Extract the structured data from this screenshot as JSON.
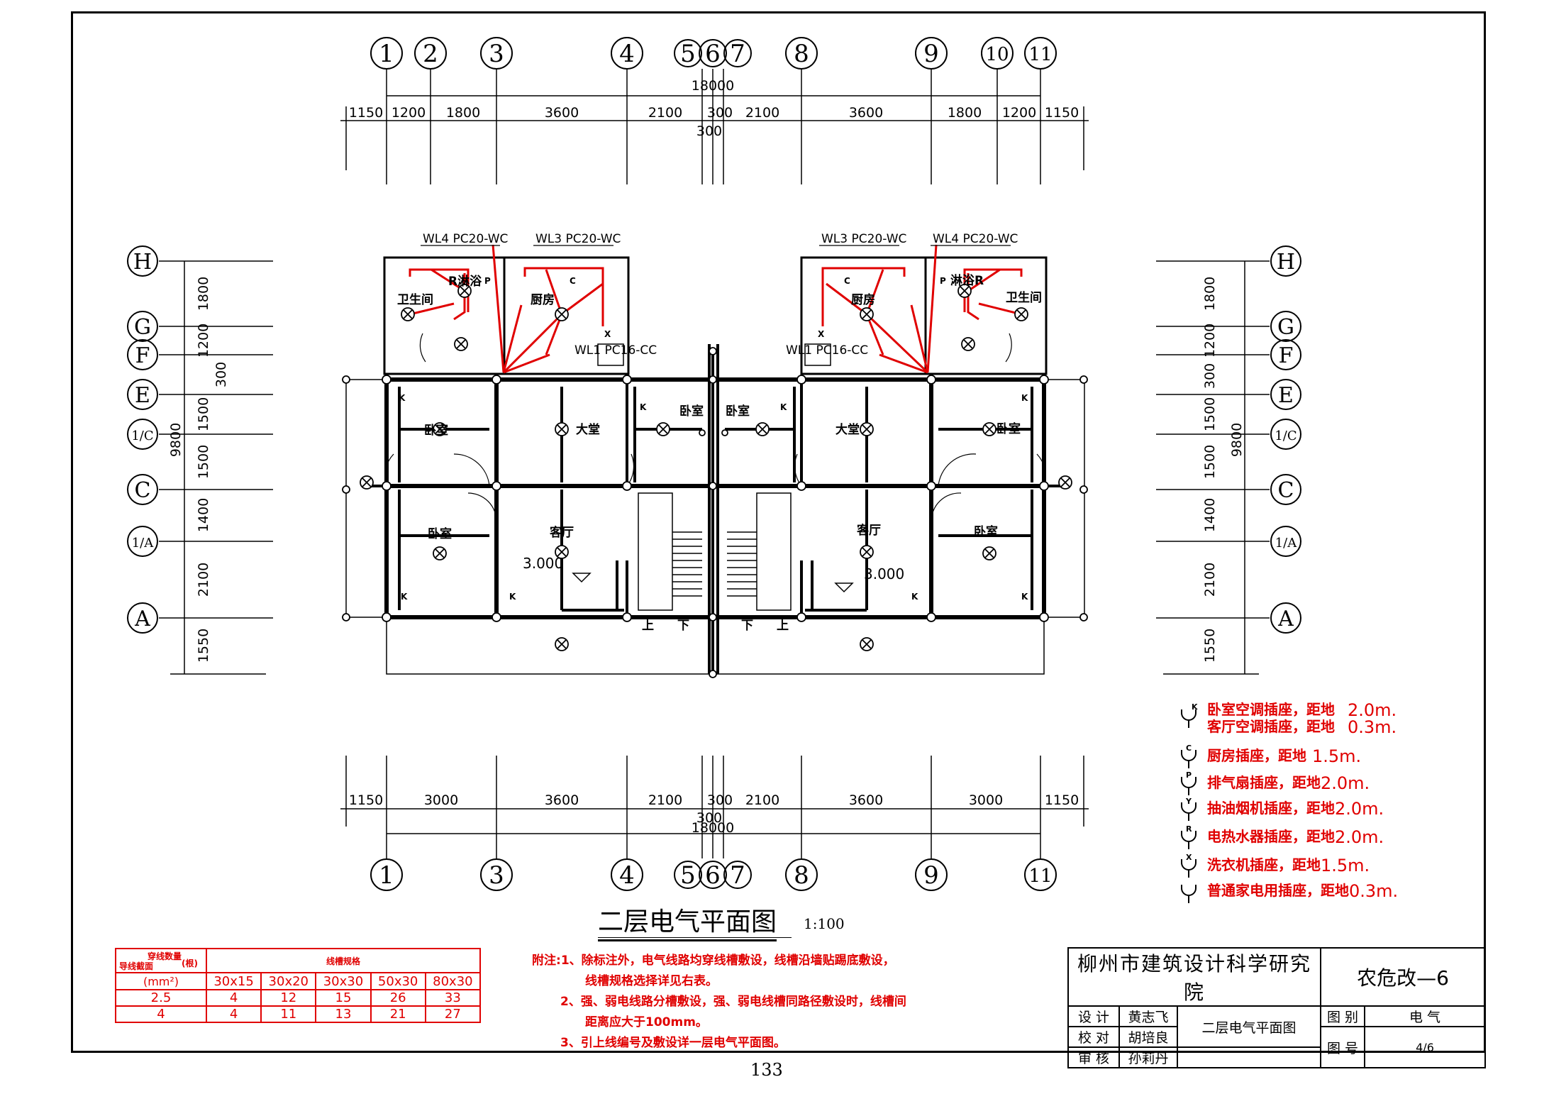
{
  "drawing": {
    "title": "二层电气平面图",
    "scale": "1:100",
    "page_number": "133",
    "axes_top": [
      "1",
      "2",
      "3",
      "4",
      "5",
      "6",
      "7",
      "8",
      "9",
      "10",
      "11"
    ],
    "axes_bottom": [
      "1",
      "3",
      "4",
      "5",
      "6",
      "7",
      "8",
      "9",
      "11"
    ],
    "axes_side": [
      "H",
      "G",
      "F",
      "E",
      "1/C",
      "C",
      "1/A",
      "A"
    ],
    "dims_top": [
      "1150",
      "1200",
      "1800",
      "3600",
      "2100",
      "300",
      "2100",
      "3600",
      "1800",
      "1200",
      "1150"
    ],
    "dims_top_total": "18000",
    "dims_top_sub": "300",
    "dims_bottom": [
      "1150",
      "3000",
      "3600",
      "2100",
      "300",
      "2100",
      "3600",
      "3000",
      "1150"
    ],
    "dims_bottom_total": "18000",
    "dims_bottom_sub": "300",
    "dims_left": [
      "1800",
      "1200",
      "300",
      "1500",
      "1500",
      "1400",
      "2100",
      "1550"
    ],
    "dims_left_total": "9800",
    "dims_right": [
      "1800",
      "1200",
      "300",
      "1500",
      "1500",
      "1400",
      "2100",
      "1550"
    ],
    "dims_right_total": "9800",
    "circuits": {
      "wl4_left": "WL4 PC20-WC",
      "wl3_left": "WL3 PC20-WC",
      "wl1_left": "WL1 PC16-CC",
      "wl3_right": "WL3 PC20-WC",
      "wl4_right": "WL4 PC20-WC",
      "wl1_right": "WL1 PC16-CC"
    },
    "rooms": {
      "bath_l": "卫生间",
      "heater_l": "R淋浴",
      "kitchen_l": "厨房",
      "bed1_l": "卧室",
      "hall_l": "大堂",
      "bed2_l": "卧室",
      "bed3_l": "卧室",
      "living_l": "客厅",
      "bed4_r": "卧室",
      "hall_r": "大堂",
      "bed1_r": "卧室",
      "living_r": "客厅",
      "bed2_r": "卧室",
      "kitchen_r": "厨房",
      "bath_r": "卫生间",
      "heater_r": "淋浴R",
      "elev_l": "3.000",
      "elev_r": "3.000",
      "up_l": "上",
      "down_l": "下",
      "down_r": "下",
      "up_r": "上"
    },
    "outlet_letters": {
      "k": "K",
      "c": "C",
      "p": "P",
      "r": "R",
      "x": "X",
      "y": "Y"
    }
  },
  "legend": [
    {
      "symbol": "K",
      "text": "卧室空调插座，距地",
      "value": "2.0m."
    },
    {
      "symbol": "",
      "text": "客厅空调插座，距地",
      "value": "0.3m."
    },
    {
      "symbol": "C",
      "text": "厨房插座，距地",
      "value": "1.5m."
    },
    {
      "symbol": "P",
      "text": "排气扇插座，距地",
      "value": "2.0m."
    },
    {
      "symbol": "Y",
      "text": "抽油烟机插座，距地",
      "value": "2.0m."
    },
    {
      "symbol": "R",
      "text": "电热水器插座，距地",
      "value": "2.0m."
    },
    {
      "symbol": "X",
      "text": "洗衣机插座，距地",
      "value": "1.5m."
    },
    {
      "symbol": "",
      "text": "普通家电用插座，距地",
      "value": "0.3m."
    }
  ],
  "wire_table": {
    "header_left_top": "穿线数量",
    "header_left_unit": "(根)",
    "header_left_bottom": "导线截面",
    "header_left_mm": "(mm²)",
    "header_right": "线槽规格",
    "columns": [
      "30x15",
      "30x20",
      "30x30",
      "50x30",
      "80x30"
    ],
    "rows": [
      {
        "section": "2.5",
        "values": [
          "4",
          "12",
          "15",
          "26",
          "33"
        ]
      },
      {
        "section": "4",
        "values": [
          "4",
          "11",
          "13",
          "21",
          "27"
        ]
      }
    ]
  },
  "notes": {
    "label": "附注:",
    "n1": "1、除标注外，电气线路均穿线槽敷设，线槽沿墙贴踢底敷设，",
    "n1b": "线槽规格选择详见右表。",
    "n2": "2、强、弱电线路分槽敷设，强、弱电线槽同路径敷设时，线槽间",
    "n2b": "距离应大于100mm。",
    "n3": "3、引上线编号及敷设详一层电气平面图。"
  },
  "title_block": {
    "institute": "柳州市建筑设计科学研究院",
    "project_code": "农危改—6",
    "design_label": "设  计",
    "design_name": "黄志飞",
    "check_label": "校  对",
    "check_name": "胡培良",
    "review_label": "审  核",
    "review_name": "孙莉丹",
    "drawing_name": "二层电气平面图",
    "category_label": "图  别",
    "category_value": "电  气",
    "number_label": "图  号",
    "number_value": "4/6"
  }
}
